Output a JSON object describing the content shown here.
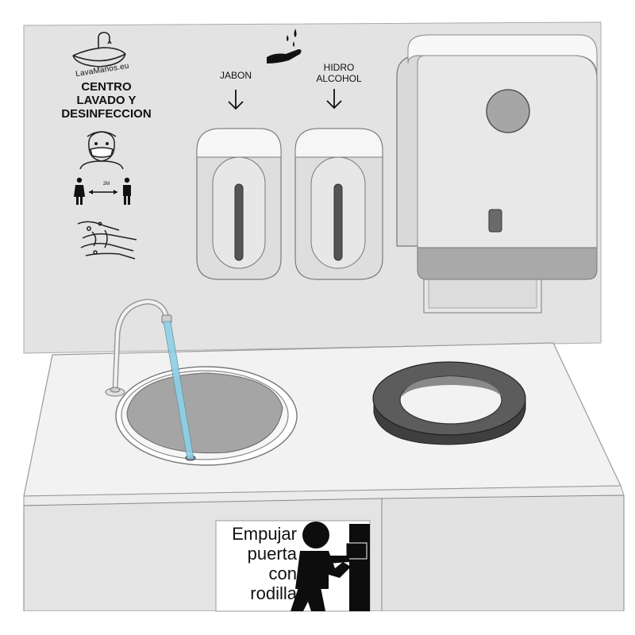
{
  "signage": {
    "brand": "LavaManos.eu",
    "title_lines": [
      "CENTRO",
      "LAVADO Y",
      "DESINFECCION"
    ],
    "distance_label": "2M",
    "icons": [
      "sink-logo-icon",
      "soap-drop-hand-icon",
      "face-mask-icon",
      "social-distance-icon",
      "handwashing-icon"
    ]
  },
  "dispensers": {
    "soap_label": "JABON",
    "sanitizer_label_lines": [
      "HIDRO",
      "ALCOHOL"
    ]
  },
  "door": {
    "sign_lines": [
      "Empujar",
      "puerta",
      "con",
      "rodilla"
    ]
  },
  "colors": {
    "water": "#8fd0e6",
    "panel": "#e3e3e3",
    "counter": "#f1f1f1",
    "bin_ring": "#5c5c5c"
  }
}
